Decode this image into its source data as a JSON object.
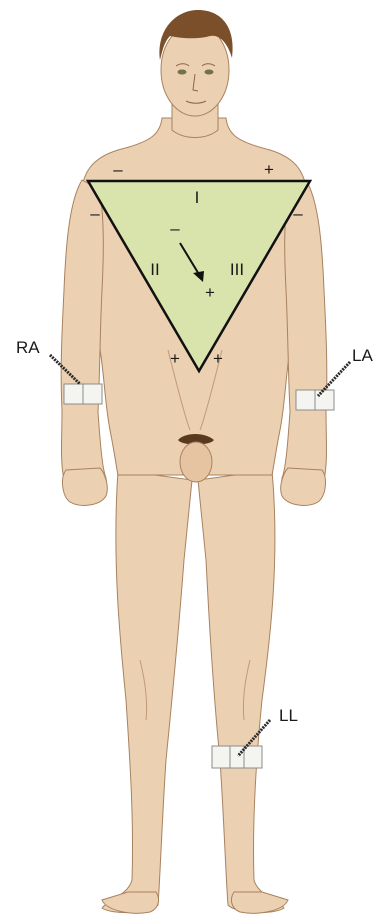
{
  "leads": {
    "lead_i": "I",
    "lead_ii": "II",
    "lead_iii": "III"
  },
  "electrodes": {
    "right_arm": "RA",
    "left_arm": "LA",
    "left_leg": "LL"
  },
  "polarity": {
    "ra_lead_i": "–",
    "la_lead_i": "+",
    "ra_lead_ii": "–",
    "la_lead_iii": "–",
    "ll_lead_ii": "+",
    "ll_lead_iii": "+",
    "axis_tail": "–",
    "axis_head": "+"
  },
  "colors": {
    "skin": "#ecd0b2",
    "skin_shadow": "#d7b391",
    "outline": "#a8825f",
    "hair": "#7a4f2a",
    "triangle_fill": "#d9e4ad",
    "triangle_stroke": "#111111",
    "band": "#f4f4f0",
    "wire": "#2a2a2a"
  }
}
